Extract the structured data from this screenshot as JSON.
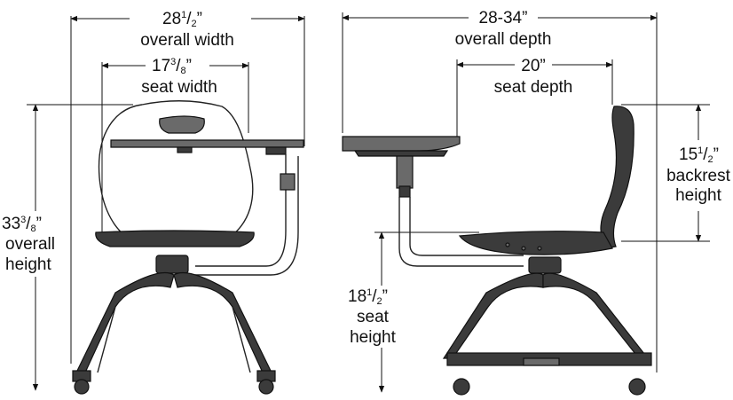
{
  "dimensions": {
    "overall_width": {
      "whole": "28",
      "frac_num": "1",
      "frac_den": "2",
      "quote": "”",
      "label": "overall width"
    },
    "seat_width": {
      "whole": "17",
      "frac_num": "3",
      "frac_den": "8",
      "quote": "”",
      "label": "seat width"
    },
    "overall_height": {
      "whole": "33",
      "frac_num": "3",
      "frac_den": "8",
      "quote": "”",
      "label1": "overall",
      "label2": "height"
    },
    "overall_depth": {
      "value": "28-34”",
      "label": "overall depth"
    },
    "seat_depth": {
      "value": "20”",
      "label": "seat depth"
    },
    "backrest_height": {
      "whole": "15",
      "frac_num": "1",
      "frac_den": "2",
      "quote": "”",
      "label1": "backrest",
      "label2": "height"
    },
    "seat_height": {
      "whole": "18",
      "frac_num": "1",
      "frac_den": "2",
      "quote": "”",
      "label1": "seat",
      "label2": "height"
    }
  },
  "views": [
    "front-view",
    "side-view"
  ]
}
